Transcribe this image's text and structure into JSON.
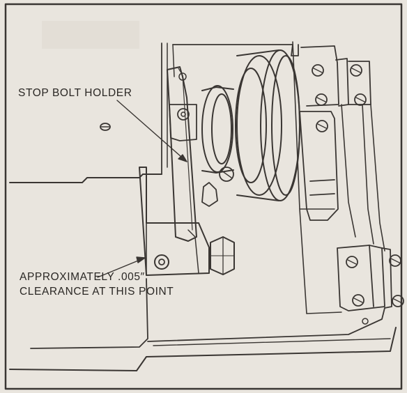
{
  "labels": {
    "stop_bolt_holder": "STOP BOLT HOLDER",
    "clearance_line1": "APPROXIMATELY .005″",
    "clearance_line2": "CLEARANCE AT THIS POINT"
  },
  "colors": {
    "paper": "#e9e5de",
    "ink": "#2a2724",
    "line": "#3a3633"
  }
}
